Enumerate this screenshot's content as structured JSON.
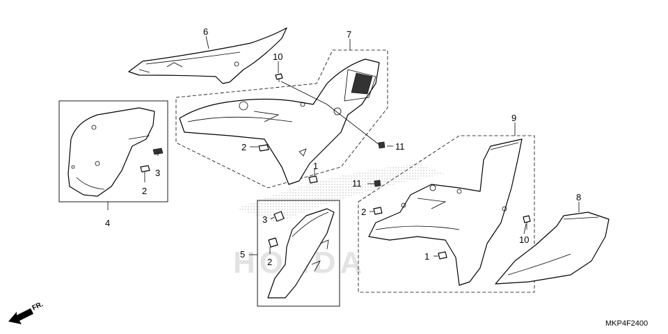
{
  "diagram": {
    "drawing_code": "MKP4F2400",
    "direction_marker": "FR.",
    "watermark_text": "HONDA",
    "callouts": {
      "c1a": "1",
      "c1b": "1",
      "c2a": "2",
      "c2b": "2",
      "c2c": "2",
      "c2d": "2",
      "c3a": "3",
      "c3b": "3",
      "c4": "4",
      "c5": "5",
      "c6": "6",
      "c7": "7",
      "c8": "8",
      "c9": "9",
      "c10a": "10",
      "c10b": "10",
      "c11a": "11",
      "c11b": "11"
    }
  }
}
